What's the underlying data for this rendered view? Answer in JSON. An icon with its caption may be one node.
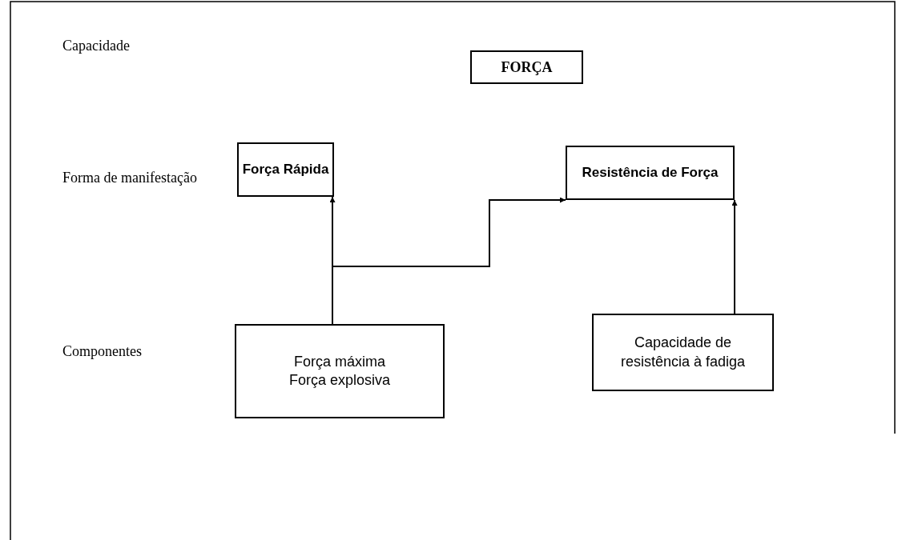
{
  "diagram": {
    "nodes": [
      {
        "text": [
          "FORÇA"
        ]
      },
      {
        "text": [
          "Força Rápida"
        ]
      },
      {
        "text": [
          "Resistência de Força"
        ]
      },
      {
        "text": [
          "Força máxima Força explosiva"
        ]
      },
      {
        "text": [
          "Capacidade de resistência à fadiga"
        ]
      }
    ],
    "edges": [
      {
        "from": 3,
        "to": 1,
        "arrow": "to"
      },
      {
        "from": 3,
        "to": 2,
        "arrow": "to"
      },
      {
        "from": 4,
        "to": 2,
        "arrow": "to"
      }
    ],
    "labels": [
      "Capacidade",
      "Forma de manifestação",
      "Componentes"
    ]
  }
}
